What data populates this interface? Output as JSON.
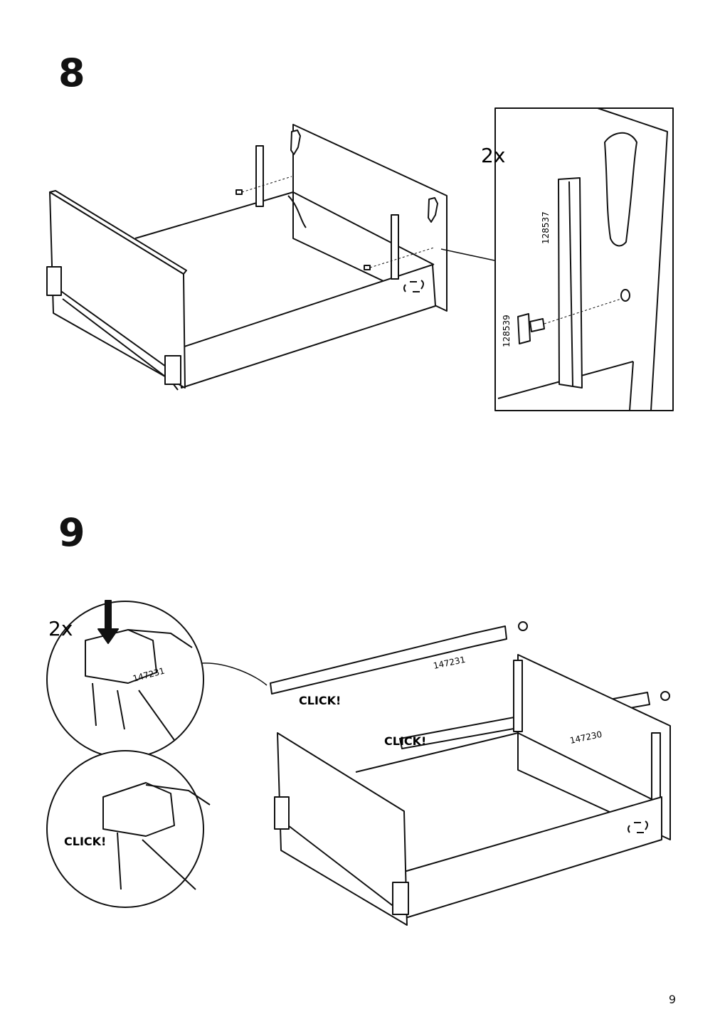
{
  "steps": [
    {
      "number": "8",
      "detail_quantity": "2x",
      "part_numbers": [
        "128537",
        "128539"
      ]
    },
    {
      "number": "9",
      "detail_quantity": "2x",
      "part_numbers": [
        "147231",
        "147231",
        "147230"
      ],
      "click_labels": [
        "CLICK!",
        "CLICK!",
        "CLICK!"
      ]
    }
  ],
  "page_number": "9"
}
